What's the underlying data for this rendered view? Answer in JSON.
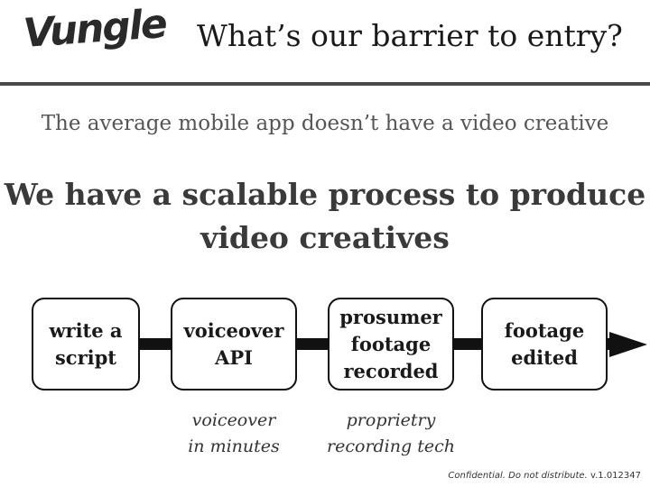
{
  "logo": "Vungle",
  "title": "What’s our barrier to entry?",
  "subtitle": "The average mobile app doesn’t have a video creative",
  "headline": "We have a scalable process to produce\nvideo creatives",
  "steps": [
    {
      "label": "write a\nscript"
    },
    {
      "label": "voiceover\nAPI"
    },
    {
      "label": "prosumer\nfootage\nrecorded"
    },
    {
      "label": "footage\nedited"
    }
  ],
  "notes": [
    {
      "text": "voiceover\nin minutes"
    },
    {
      "text": "proprietry\nrecording tech"
    }
  ],
  "footer": {
    "confidential": "Confidential. Do not distribute.",
    "version": "v.1.012347"
  }
}
